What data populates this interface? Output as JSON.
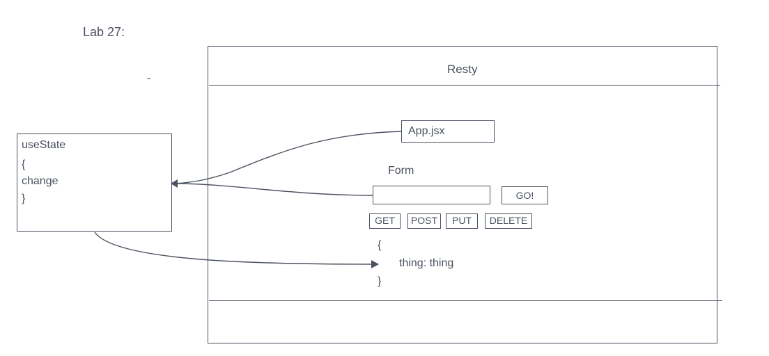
{
  "lab_title": "Lab 27:",
  "dash": "-",
  "frame": {
    "header": "Resty"
  },
  "app_box": {
    "label": "App.jsx"
  },
  "form": {
    "label": "Form",
    "go_button": "GO!",
    "methods": [
      "GET",
      "POST",
      "PUT",
      "DELETE"
    ]
  },
  "output": {
    "open": "{",
    "line": "thing: thing",
    "close": "}"
  },
  "state_box": {
    "lines": [
      "useState",
      "{",
      "change",
      "}"
    ]
  },
  "colors": {
    "stroke": "#4a5160",
    "text": "#4a5160"
  }
}
